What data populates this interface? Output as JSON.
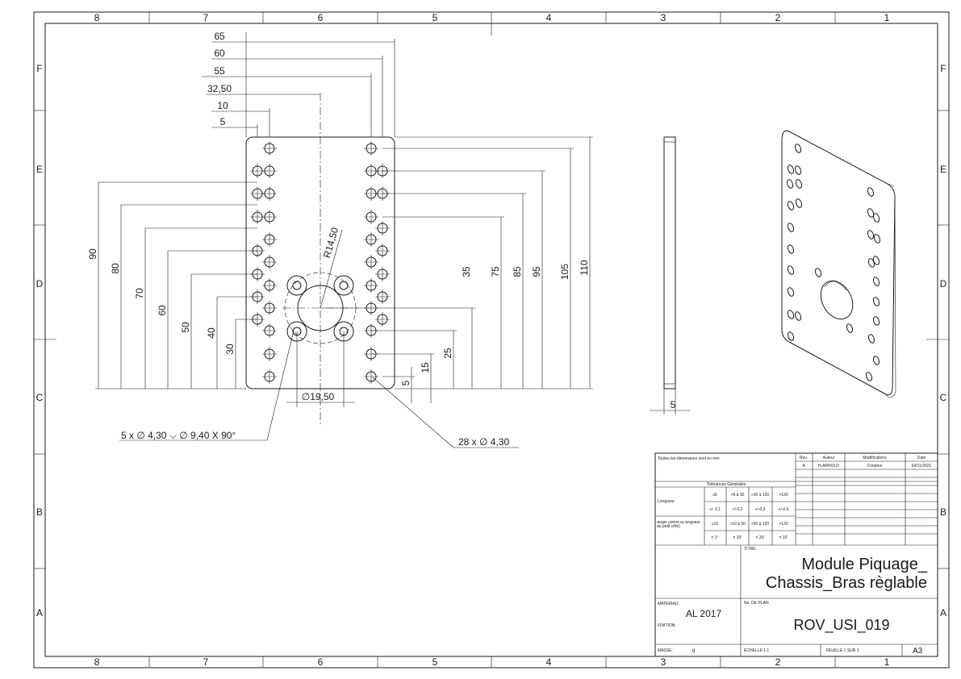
{
  "border": {
    "columns": [
      "8",
      "7",
      "6",
      "5",
      "4",
      "3",
      "2",
      "1"
    ],
    "rows": [
      "F",
      "E",
      "D",
      "C",
      "B",
      "A"
    ]
  },
  "dimensions": {
    "horizontal": [
      "65",
      "60",
      "55",
      "32,50",
      "10",
      "5"
    ],
    "left_vertical": [
      "90",
      "80",
      "70",
      "60",
      "50",
      "40",
      "30"
    ],
    "right_vertical": [
      "35",
      "75",
      "85",
      "95",
      "105",
      "110"
    ],
    "small_vertical": [
      "25",
      "15",
      "5"
    ],
    "radius": "R14,50",
    "diameter": "∅19,50",
    "side_thickness": "5"
  },
  "callouts": {
    "countersink": "5 x ∅ 4,30 ⌵ ∅ 9,40 X 90°",
    "holes": "28 x ∅ 4,30"
  },
  "title_block": {
    "units_note": "Toutes les dimensions sont en mm",
    "rev_headers": [
      "Rev.",
      "Auteur",
      "Modifications",
      "Date"
    ],
    "rev_row": [
      "A",
      "H.ARNOLD",
      "Création",
      "04/11/2021"
    ],
    "tolerances_title": "Tolérances Générales",
    "length_label": "Longueur",
    "length_ranges": [
      "≤6",
      ">6 à 30",
      ">30 à 120",
      ">120"
    ],
    "length_tols": [
      "+/- 0,1",
      "+/-0,2",
      "+/-0,3",
      "+/-0,5"
    ],
    "angle_label": "Angle (selon la longueur du petit côté)",
    "angle_ranges": [
      "≤10",
      ">10 à 50",
      ">50 à 120",
      ">120"
    ],
    "angle_tols": [
      "± 1°",
      "± 30'",
      "± 20'",
      "± 10'"
    ],
    "title_label": "TITRE:",
    "title_line1": "Module Piquage_",
    "title_line2": "Chassis_Bras règlable",
    "material_label": "MATERIAU:",
    "material": "AL 2017",
    "finish_label": "FINITION:",
    "plan_label": "No. DE PLAN",
    "plan_number": "ROV_USI_019",
    "mass_label": "MASSE:",
    "mass_unit": "g",
    "scale": "ECHELLE:1:1",
    "sheet": "FEUILLE 1 SUR 1",
    "format": "A3"
  }
}
